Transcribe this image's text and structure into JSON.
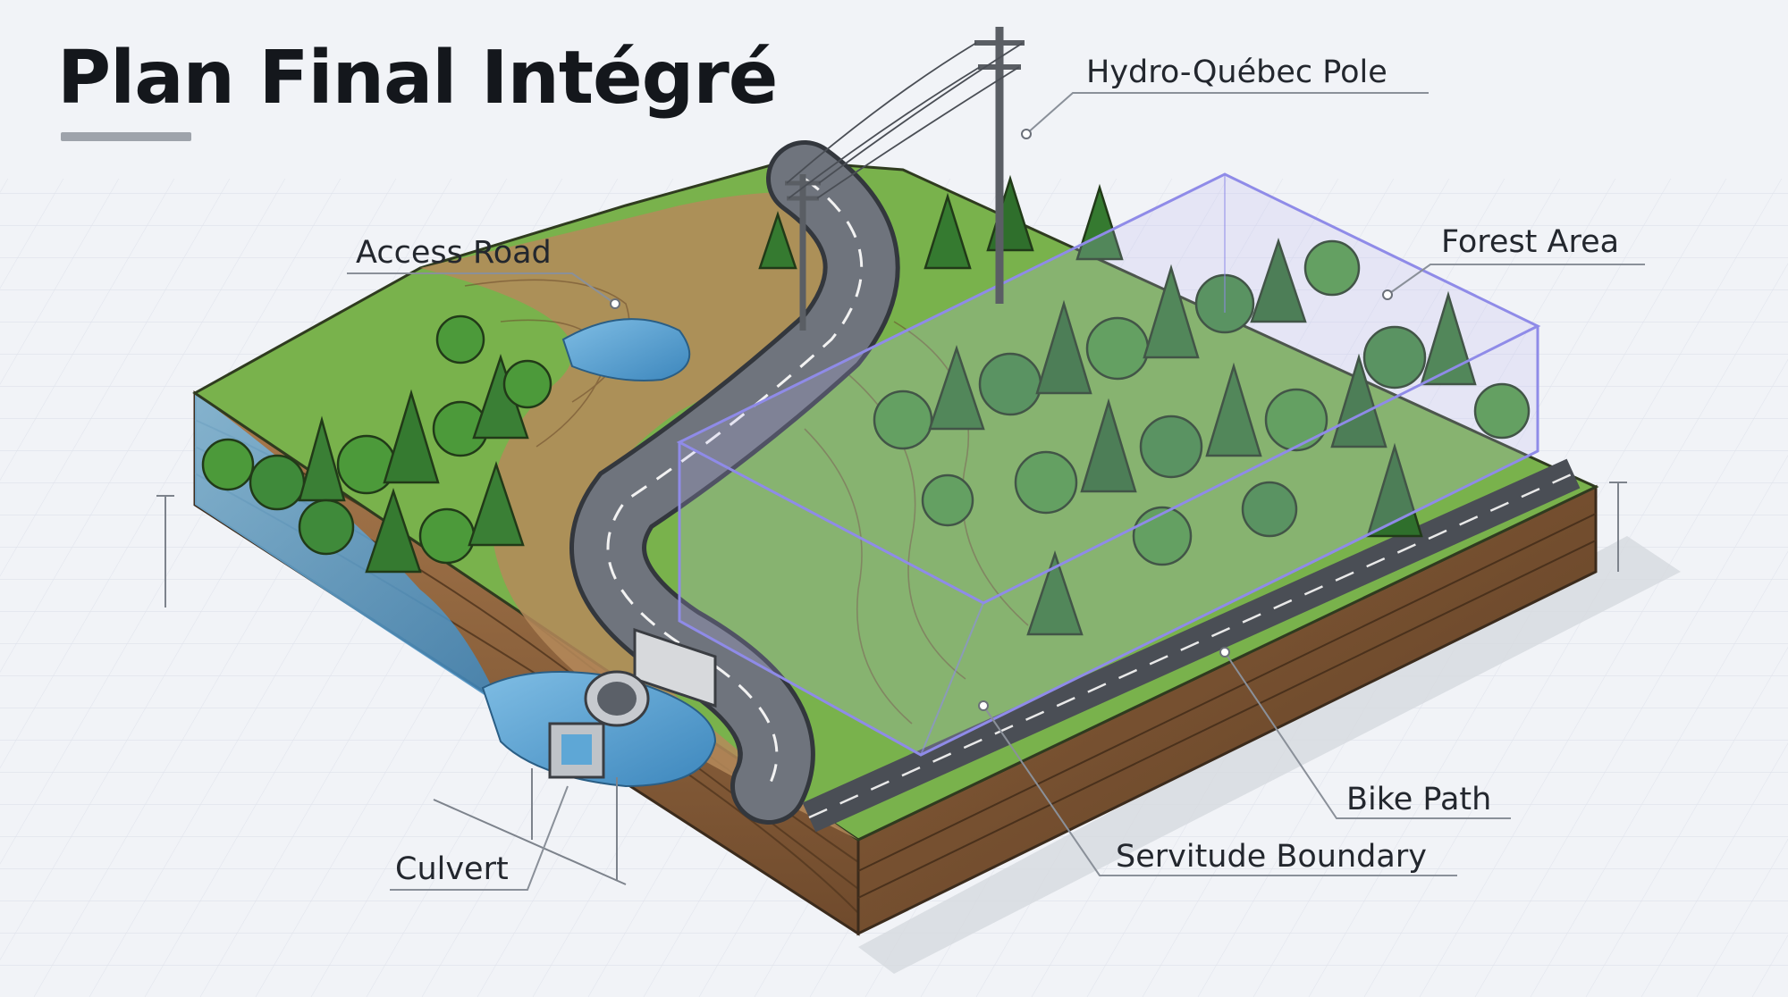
{
  "title": "Plan Final Intégré",
  "labels": {
    "hydro_pole": "Hydro-Québec Pole",
    "access_road": "Access Road",
    "forest_area": "Forest Area",
    "culvert": "Culvert",
    "bike_path": "Bike Path",
    "servitude_boundary": "Servitude Boundary"
  },
  "colors": {
    "background": "#f1f3f7",
    "grass": "#74b04a",
    "forest_green": "#3f8a3a",
    "soil": "#9a6b43",
    "water": "#5ea7d6",
    "road": "#6b7079",
    "servitude_boundary": "#8f8be8",
    "leader_line": "#8a9099"
  }
}
